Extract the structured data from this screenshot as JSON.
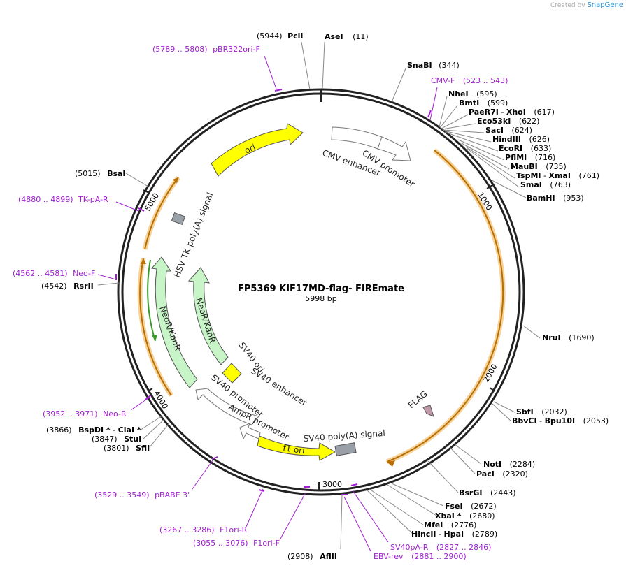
{
  "credit": {
    "prefix": "Created by",
    "brand": "SnapGene"
  },
  "plasmid": {
    "name": "FP5369 KIF17MD-flag- FIREmate",
    "length": 5998,
    "length_text": "5998 bp"
  },
  "ticks": [
    "1000",
    "2000",
    "3000",
    "4000",
    "5000"
  ],
  "sites": [
    {
      "name": "PciI",
      "pos": "(5944)"
    },
    {
      "name": "AseI",
      "pos": "(11)"
    },
    {
      "name": "SnaBI",
      "pos": "(344)"
    },
    {
      "name": "NheI",
      "pos": "(595)"
    },
    {
      "name": "BmtI",
      "pos": "(599)"
    },
    {
      "name": "PaeR7I",
      "name2": "XhoI",
      "pos": "(617)"
    },
    {
      "name": "Eco53kI",
      "pos": "(622)"
    },
    {
      "name": "SacI",
      "pos": "(624)"
    },
    {
      "name": "HindIII",
      "pos": "(626)"
    },
    {
      "name": "EcoRI",
      "pos": "(633)"
    },
    {
      "name": "PflMI",
      "pos": "(716)"
    },
    {
      "name": "MauBI",
      "pos": "(735)"
    },
    {
      "name": "TspMI",
      "name2": "XmaI",
      "pos": "(761)"
    },
    {
      "name": "SmaI",
      "pos": "(763)"
    },
    {
      "name": "BamHI",
      "pos": "(953)"
    },
    {
      "name": "NruI",
      "pos": "(1690)"
    },
    {
      "name": "SbfI",
      "pos": "(2032)"
    },
    {
      "name": "BbvCI",
      "name2": "Bpu10I",
      "pos": "(2053)"
    },
    {
      "name": "NotI",
      "pos": "(2284)"
    },
    {
      "name": "PacI",
      "pos": "(2320)"
    },
    {
      "name": "BsrGI",
      "pos": "(2443)"
    },
    {
      "name": "FseI",
      "pos": "(2672)"
    },
    {
      "name": "XbaI *",
      "pos": "(2680)"
    },
    {
      "name": "MfeI",
      "pos": "(2776)"
    },
    {
      "name": "HincII",
      "name2": "HpaI",
      "pos": "(2789)"
    },
    {
      "name": "AflII",
      "pos": "(2908)"
    },
    {
      "name": "SfiI",
      "pos": "(3801)"
    },
    {
      "name": "StuI",
      "pos": "(3847)"
    },
    {
      "name": "BspDI *",
      "name2": "ClaI *",
      "pos": "(3866)"
    },
    {
      "name": "RsrII",
      "pos": "(4542)"
    },
    {
      "name": "BsaI",
      "pos": "(5015)"
    }
  ],
  "primers": [
    {
      "name": "pBR322ori-F",
      "range": "(5789 .. 5808)"
    },
    {
      "name": "CMV-F",
      "range": "(523 .. 543)"
    },
    {
      "name": "SV40pA-R",
      "range": "(2827 .. 2846)"
    },
    {
      "name": "EBV-rev",
      "range": "(2881 .. 2900)"
    },
    {
      "name": "F1ori-F",
      "range": "(3055 .. 3076)"
    },
    {
      "name": "F1ori-R",
      "range": "(3267 .. 3286)"
    },
    {
      "name": "pBABE 3'",
      "range": "(3529 .. 3549)"
    },
    {
      "name": "Neo-R",
      "range": "(3952 .. 3971)"
    },
    {
      "name": "Neo-F",
      "range": "(4562 .. 4581)"
    },
    {
      "name": "TK-pA-R",
      "range": "(4880 .. 4899)"
    }
  ],
  "features": [
    {
      "name": "ori"
    },
    {
      "name": "CMV enhancer"
    },
    {
      "name": "CMV promoter"
    },
    {
      "name": "HSV TK poly(A) signal"
    },
    {
      "name": "NeoR/KanR"
    },
    {
      "name": "NeoR/KanR"
    },
    {
      "name": "SV40 ori"
    },
    {
      "name": "SV40 enhancer"
    },
    {
      "name": "SV40 promoter"
    },
    {
      "name": "AmpR promoter"
    },
    {
      "name": "SV40 poly(A) signal"
    },
    {
      "name": "f1 ori"
    },
    {
      "name": "FLAG"
    }
  ],
  "colors": {
    "backbone": "#222222",
    "ori": "#ffff00",
    "neo": "#c8f5c8",
    "orf_orange": "#f0a030",
    "primer": "#a020d0",
    "polyA": "#9aa0a8",
    "flag": "#c09aa8"
  }
}
